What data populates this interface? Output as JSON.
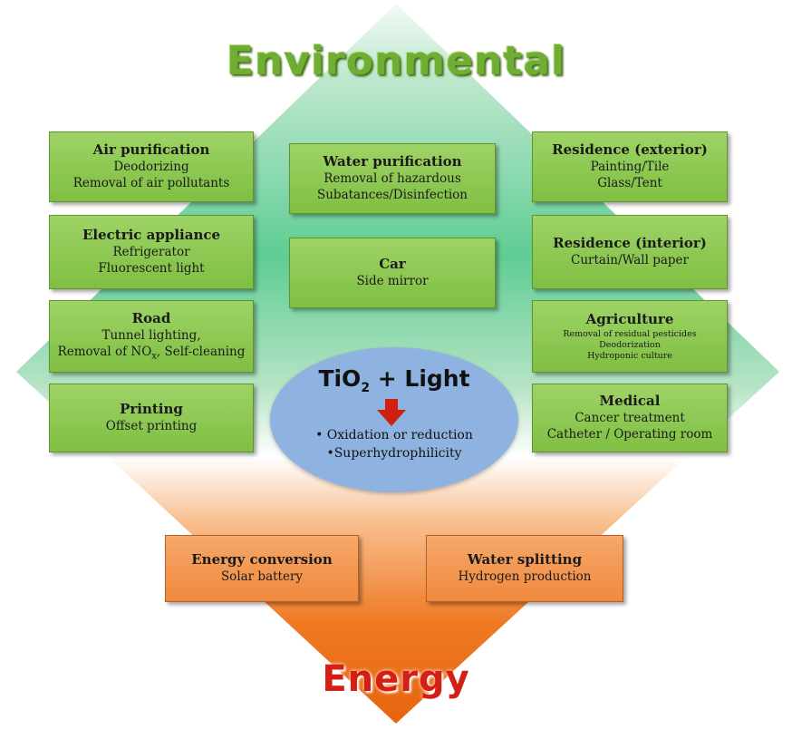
{
  "headings": {
    "environmental": "Environmental",
    "energy": "Energy"
  },
  "colors": {
    "environment_green": "#6fae32",
    "box_green": "#8cc850",
    "box_orange": "#f28c40",
    "energy_red": "#d41f14",
    "center_blue": "#8fb3e0",
    "arrow_red": "#d02010"
  },
  "center": {
    "title_prefix": "TiO",
    "title_subscript": "2",
    "title_suffix": " + Light",
    "arrow_icon": "down-arrow-icon",
    "effects": [
      "• Oxidation or reduction",
      "•Superhydrophilicity"
    ]
  },
  "environmental_boxes": {
    "air": {
      "title": "Air purification",
      "lines": [
        "Deodorizing",
        "Removal of air pollutants"
      ]
    },
    "electric": {
      "title": "Electric appliance",
      "lines": [
        "Refrigerator",
        "Fluorescent light"
      ]
    },
    "road": {
      "title": "Road",
      "lines": [
        "Tunnel lighting,"
      ],
      "no_line": {
        "prefix": "Removal of NO",
        "subscript": "x",
        "suffix": ", Self-cleaning"
      }
    },
    "printing": {
      "title": "Printing",
      "lines": [
        "Offset printing"
      ]
    },
    "water": {
      "title": "Water purification",
      "lines": [
        "Removal of hazardous",
        "Subatances/Disinfection"
      ]
    },
    "car": {
      "title": "Car",
      "lines": [
        "Side mirror"
      ]
    },
    "res_ext": {
      "title": "Residence (exterior)",
      "lines": [
        "Painting/Tile",
        "Glass/Tent"
      ]
    },
    "res_int": {
      "title": "Residence (interior)",
      "lines": [
        "Curtain/Wall paper"
      ]
    },
    "agriculture": {
      "title": "Agriculture",
      "lines": [
        "Removal of residual pesticides",
        "Deodorization",
        "Hydroponic culture"
      ]
    },
    "medical": {
      "title": "Medical",
      "lines": [
        "Cancer treatment",
        "Catheter / Operating room"
      ]
    }
  },
  "energy_boxes": {
    "conversion": {
      "title": "Energy conversion",
      "lines": [
        "Solar battery"
      ]
    },
    "splitting": {
      "title": "Water splitting",
      "lines": [
        "Hydrogen production"
      ]
    }
  }
}
